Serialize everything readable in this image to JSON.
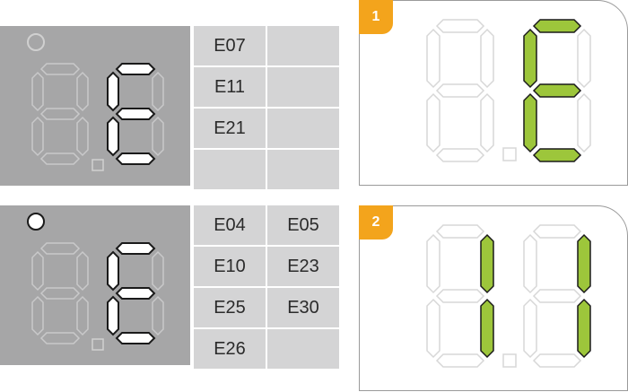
{
  "colors": {
    "display_bg": "#a6a6a7",
    "table_cell_bg": "#d4d4d5",
    "segment_off_on_dark": "#c9c9ca",
    "segment_on_white": "#ffffff",
    "segment_off_on_light": "#d7d7d7",
    "segment_lit_green": "#9dc63b",
    "badge_orange": "#f3a41c"
  },
  "panels": [
    {
      "indicator": "off",
      "icon": "seven-segment-display",
      "codes": [
        [
          "E07",
          ""
        ],
        [
          "E11",
          ""
        ],
        [
          "E21",
          ""
        ],
        [
          "",
          ""
        ]
      ]
    },
    {
      "indicator": "on",
      "icon": "seven-segment-display",
      "codes": [
        [
          "E04",
          "E05"
        ],
        [
          "E10",
          "E23"
        ],
        [
          "E25",
          "E30"
        ],
        [
          "E26",
          ""
        ]
      ]
    }
  ],
  "steps": [
    {
      "number": "1",
      "digit1_lit": [],
      "digit2_lit": [
        "a",
        "f",
        "g",
        "e",
        "d"
      ]
    },
    {
      "number": "2",
      "digit1_lit": [
        "b",
        "c"
      ],
      "digit2_lit": [
        "b",
        "c"
      ]
    }
  ]
}
